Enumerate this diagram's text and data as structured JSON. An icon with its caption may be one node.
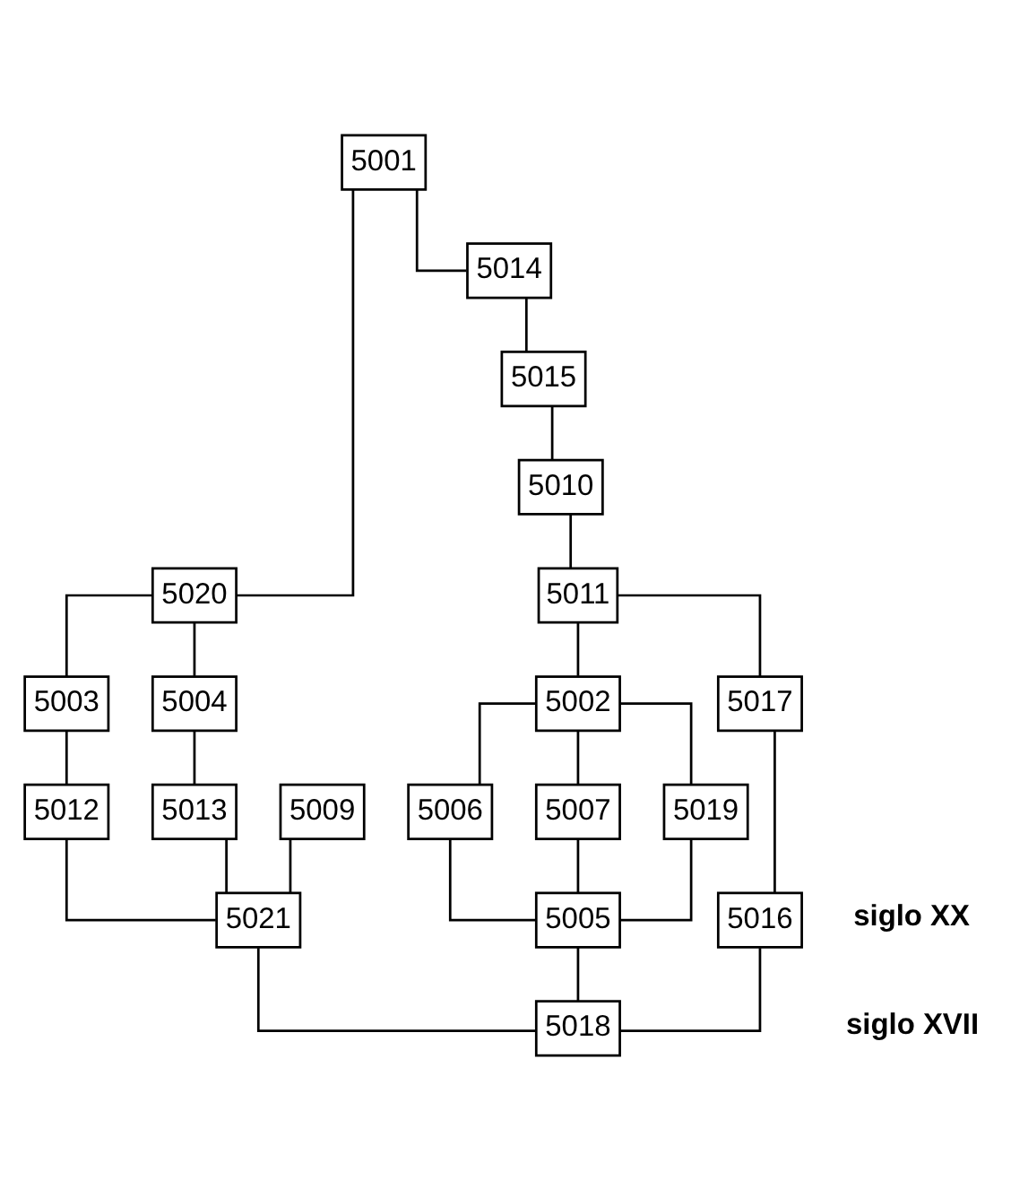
{
  "diagram": {
    "nodes": [
      {
        "text": [
          "5001"
        ]
      },
      {
        "text": [
          "5009"
        ]
      },
      {
        "text": [
          "5020"
        ]
      },
      {
        "text": [
          "5014"
        ]
      },
      {
        "text": [
          "5003"
        ]
      },
      {
        "text": [
          "5004"
        ]
      },
      {
        "text": [
          "5015"
        ]
      },
      {
        "text": [
          "5012"
        ]
      },
      {
        "text": [
          "5013"
        ]
      },
      {
        "text": [
          "5010"
        ]
      },
      {
        "text": [
          "5021"
        ]
      },
      {
        "text": [
          "5011"
        ]
      },
      {
        "text": [
          "5002"
        ]
      },
      {
        "text": [
          "5006"
        ]
      },
      {
        "text": [
          "5007"
        ]
      },
      {
        "text": [
          "5019"
        ]
      },
      {
        "text": [
          "5005"
        ]
      },
      {
        "text": [
          "5017"
        ]
      },
      {
        "text": [
          "5016"
        ]
      },
      {
        "text": [
          "5018"
        ]
      }
    ],
    "edges": [
      {
        "from": 0,
        "to": 3,
        "arrow": "none"
      },
      {
        "from": 0,
        "to": 2,
        "arrow": "none"
      },
      {
        "from": 2,
        "to": 4,
        "arrow": "none"
      },
      {
        "from": 2,
        "to": 5,
        "arrow": "none"
      },
      {
        "from": 4,
        "to": 7,
        "arrow": "none"
      },
      {
        "from": 5,
        "to": 8,
        "arrow": "none"
      },
      {
        "from": 7,
        "to": 10,
        "arrow": "none"
      },
      {
        "from": 8,
        "to": 10,
        "arrow": "none"
      },
      {
        "from": 1,
        "to": 10,
        "arrow": "none"
      },
      {
        "from": 3,
        "to": 6,
        "arrow": "none"
      },
      {
        "from": 6,
        "to": 9,
        "arrow": "none"
      },
      {
        "from": 9,
        "to": 11,
        "arrow": "none"
      },
      {
        "from": 11,
        "to": 17,
        "arrow": "none"
      },
      {
        "from": 11,
        "to": 12,
        "arrow": "none"
      },
      {
        "from": 12,
        "to": 13,
        "arrow": "none"
      },
      {
        "from": 12,
        "to": 14,
        "arrow": "none"
      },
      {
        "from": 12,
        "to": 15,
        "arrow": "none"
      },
      {
        "from": 13,
        "to": 16,
        "arrow": "none"
      },
      {
        "from": 14,
        "to": 16,
        "arrow": "none"
      },
      {
        "from": 15,
        "to": 16,
        "arrow": "none"
      },
      {
        "from": 17,
        "to": 18,
        "arrow": "none"
      },
      {
        "from": 18,
        "to": 19,
        "arrow": "none"
      },
      {
        "from": 16,
        "to": 19,
        "arrow": "none"
      },
      {
        "from": 10,
        "to": 19,
        "arrow": "none"
      }
    ],
    "labels": [
      "siglo XX",
      "siglo XVII"
    ]
  }
}
